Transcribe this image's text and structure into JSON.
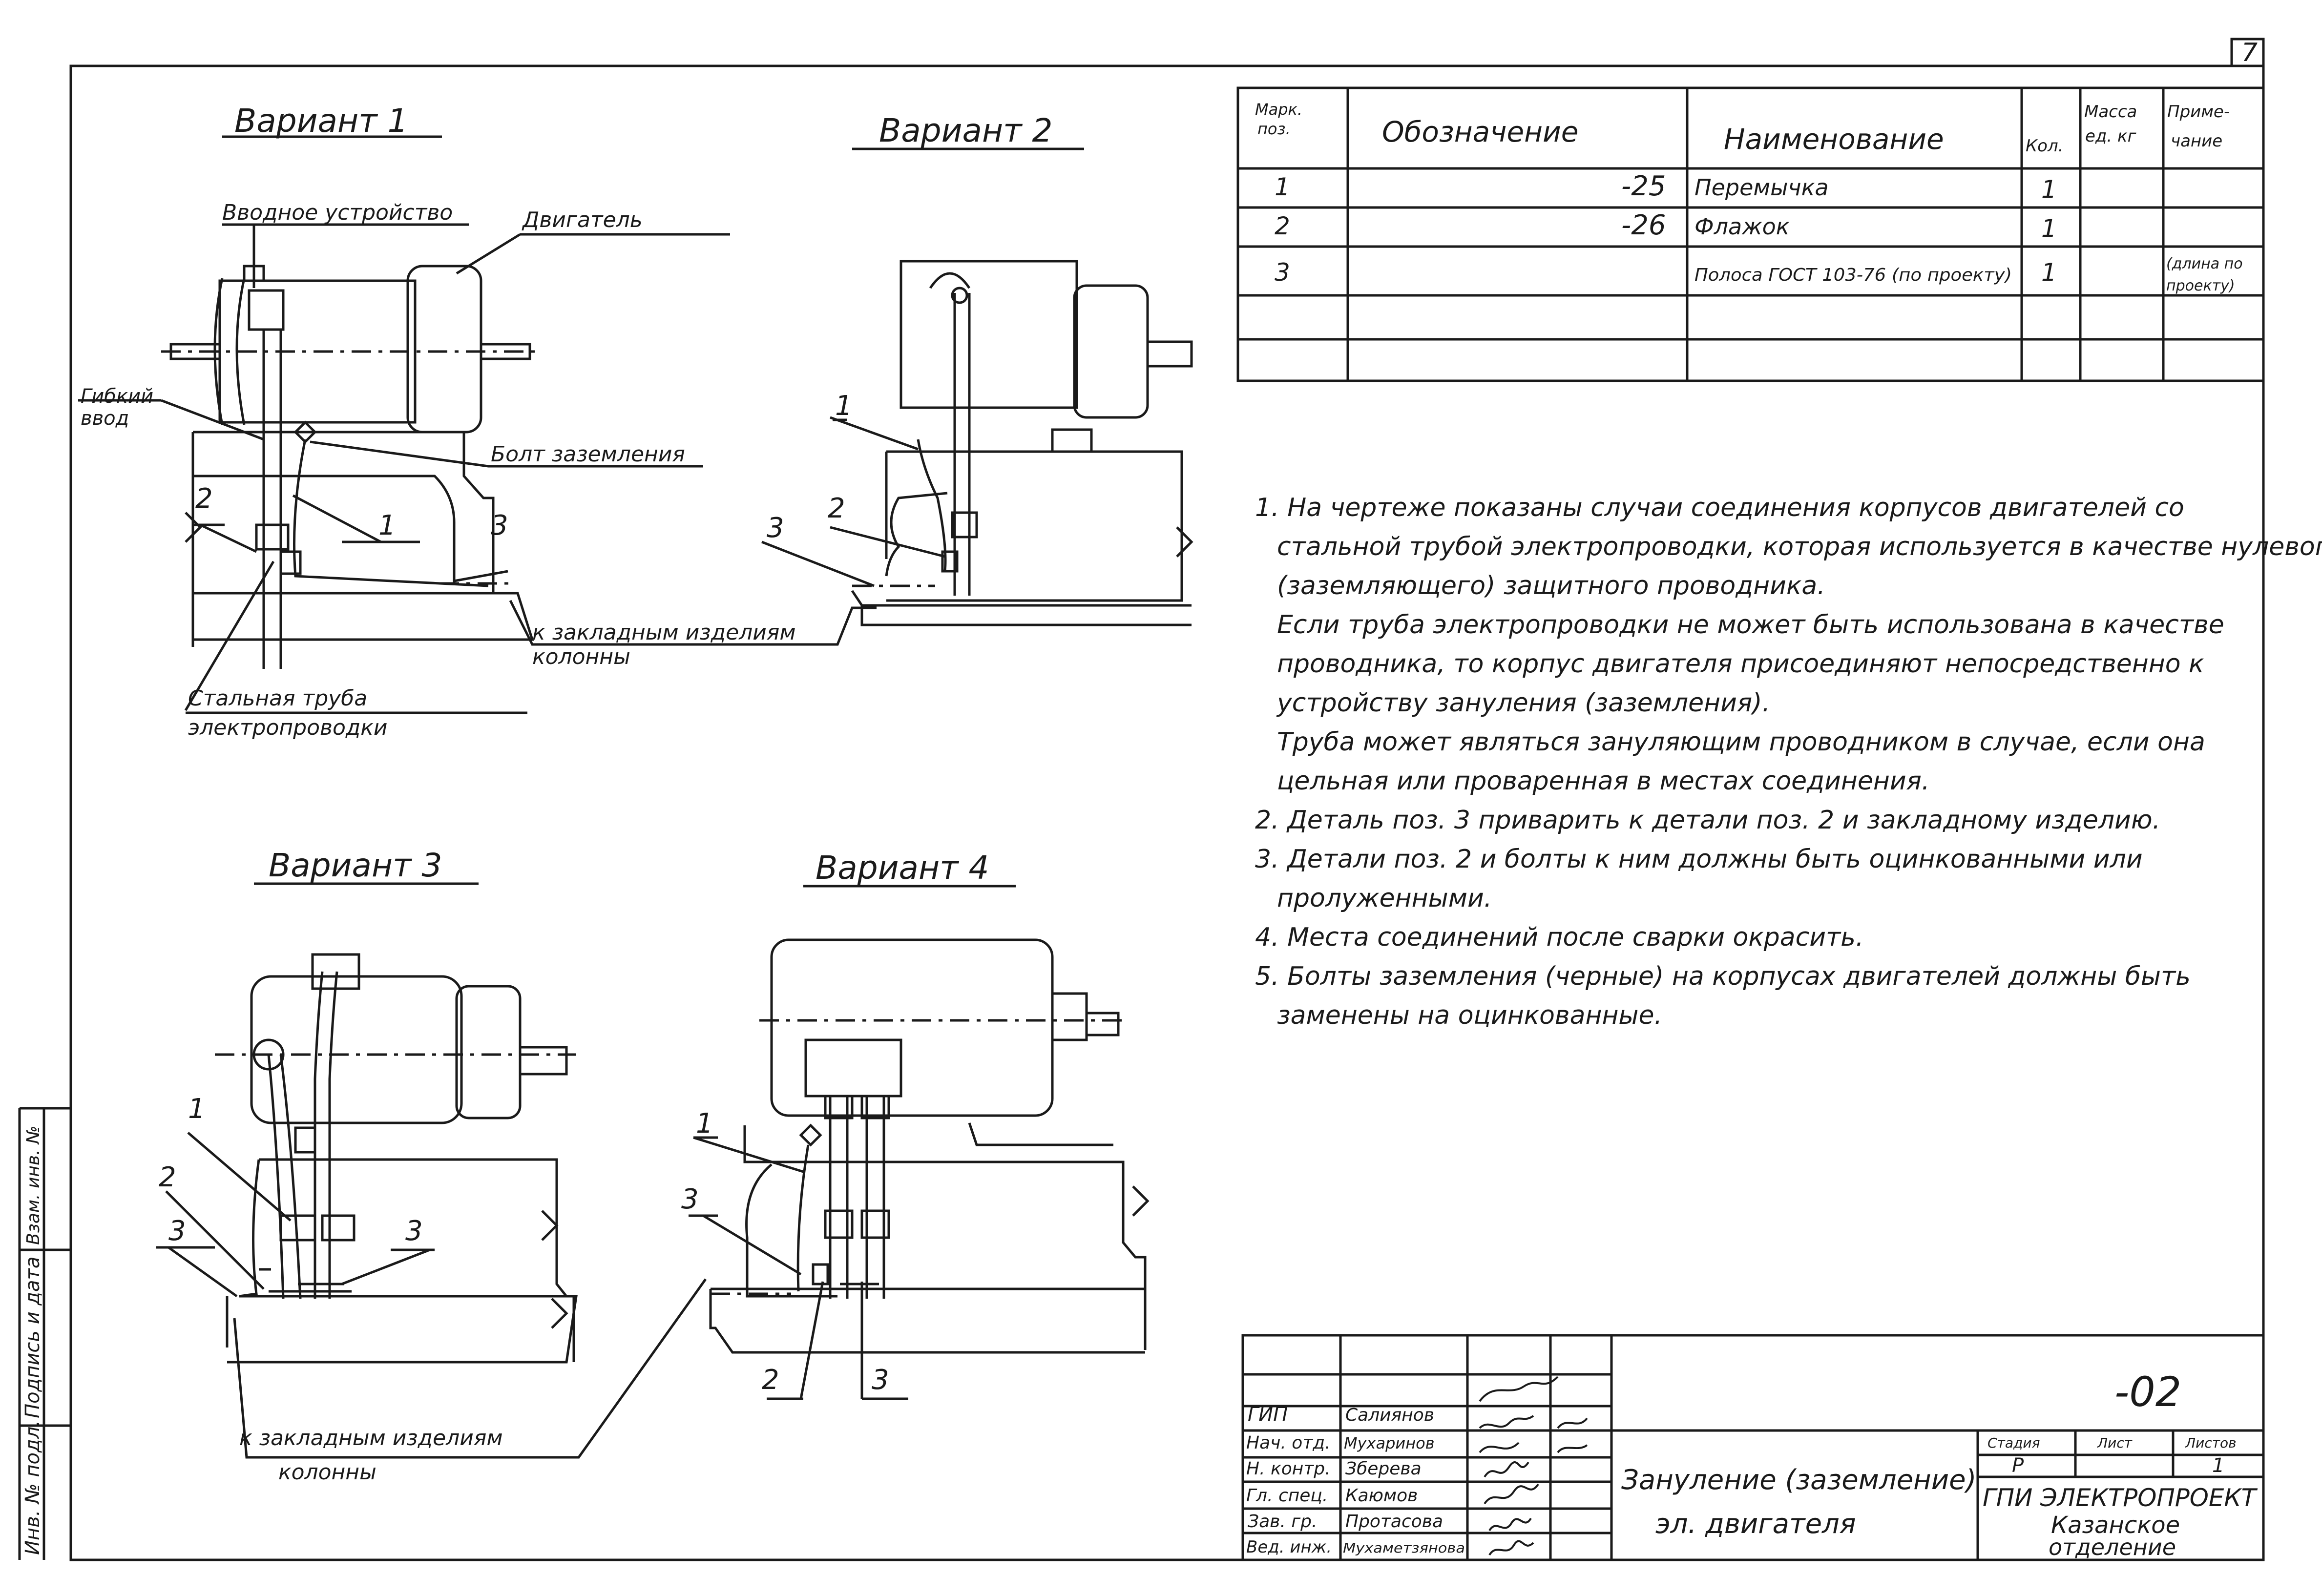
{
  "sheet_number": "7",
  "variants": {
    "v1": "Вариант 1",
    "v2": "Вариант 2",
    "v3": "Вариант 3",
    "v4": "Вариант 4"
  },
  "labels": {
    "input_device": "Вводное устройство",
    "motor": "Двигатель",
    "flexible_input_1": "Гибкий",
    "flexible_input_2": "ввод",
    "ground_bolt": "Болт заземления",
    "embedded_1": "к закладным изделиям",
    "embedded_2": "колонны",
    "steel_pipe_1": "Стальная труба",
    "steel_pipe_2": "электропроводки",
    "n1": "1",
    "n2": "2",
    "n3": "3"
  },
  "spec_table": {
    "headers": {
      "pos_1": "Марк.",
      "pos_2": "поз.",
      "designation": "Обозначение",
      "name": "Наименование",
      "qty": "Кол.",
      "mass_1": "Масса",
      "mass_2": "ед. кг",
      "note_1": "Приме-",
      "note_2": "чание"
    },
    "rows": [
      {
        "pos": "1",
        "designation": "-25",
        "name": "Перемычка",
        "qty": "1",
        "note": ""
      },
      {
        "pos": "2",
        "designation": "-26",
        "name": "Флажок",
        "qty": "1",
        "note": ""
      },
      {
        "pos": "3",
        "designation": "",
        "name": "Полоса ГОСТ 103-76 (по проекту)",
        "qty": "1",
        "note_1": "(длина по",
        "note_2": "проекту)"
      }
    ]
  },
  "notes": [
    "1. На чертеже показаны случаи соединения корпусов двигателей со",
    "стальной трубой электропроводки, которая используется в качестве нулевого",
    "(заземляющего) защитного проводника.",
    "Если труба электропроводки не может быть использована в качестве",
    "проводника, то корпус двигателя присоединяют непосредственно к",
    "устройству зануления (заземления).",
    "Труба может являться зануляющим проводником в случае, если она",
    "цельная или проваренная в местах соединения.",
    "2. Деталь поз. 3 приварить к детали поз. 2 и закладному изделию.",
    "3. Детали поз. 2 и болты к ним должны быть оцинкованными или",
    "пролуженными.",
    "4. Места соединений после сварки окрасить.",
    "5. Болты заземления (черные) на корпусах двигателей должны быть",
    "заменены на оцинкованные."
  ],
  "left_strip": {
    "inv_no": "Инв. № подл.",
    "sign_date": "Подпись и дата",
    "replace_inv": "Взам. инв. №"
  },
  "title_block": {
    "doc_code": "-02",
    "staff": [
      {
        "role": "ГИП",
        "name": "Салиянов"
      },
      {
        "role": "Нач. отд.",
        "name": "Мухаринов"
      },
      {
        "role": "Н. контр.",
        "name": "Зберева"
      },
      {
        "role": "Гл. спец.",
        "name": "Каюмов"
      },
      {
        "role": "Зав. гр.",
        "name": "Протасова"
      },
      {
        "role": "Вед. инж.",
        "name": "Мухаметзянова"
      }
    ],
    "title_1": "Зануление (заземление)",
    "title_2": "эл. двигателя",
    "stage_label": "Стадия",
    "sheet_label": "Лист",
    "sheets_label": "Листов",
    "stage": "Р",
    "sheets": "1",
    "org_1": "ГПИ ЭЛЕКТРОПРОЕКТ",
    "org_2": "Казанское",
    "org_3": "отделение"
  }
}
